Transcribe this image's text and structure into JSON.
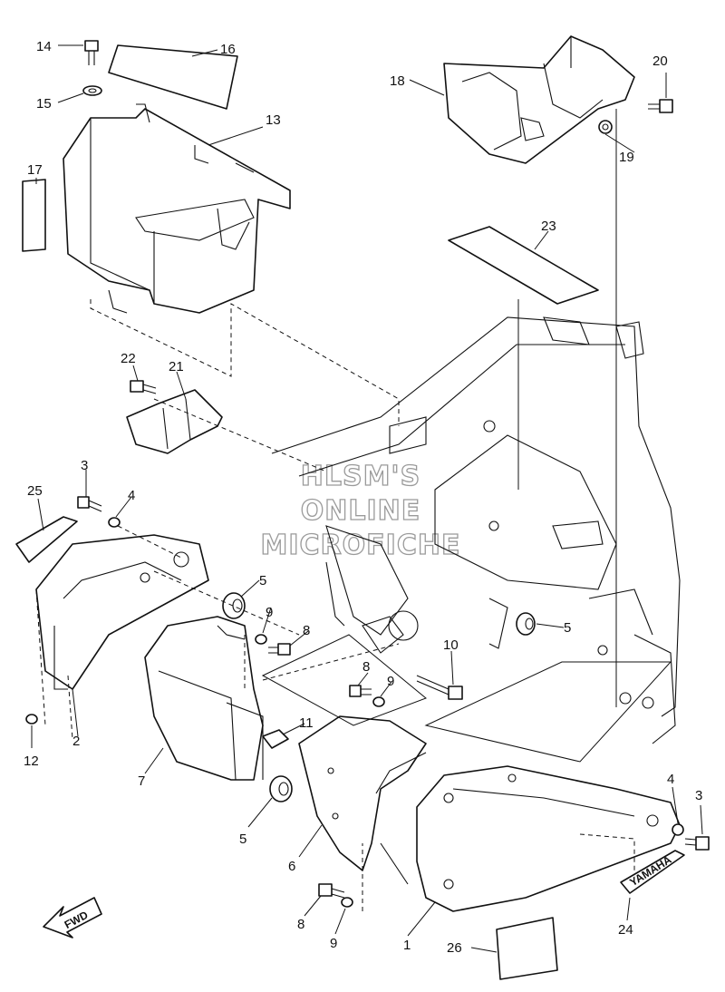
{
  "watermark": {
    "line1": "HLSM'S",
    "line2": "ONLINE",
    "line3": "MICROFICHE"
  },
  "direction": {
    "label": "FWD"
  },
  "badge": {
    "text": "YAMAHA"
  },
  "callouts": [
    "1",
    "2",
    "3",
    "3",
    "4",
    "4",
    "5",
    "5",
    "5",
    "6",
    "7",
    "8",
    "8",
    "8",
    "9",
    "9",
    "9",
    "10",
    "11",
    "12",
    "13",
    "14",
    "15",
    "16",
    "17",
    "18",
    "19",
    "20",
    "21",
    "22",
    "23",
    "24",
    "25",
    "26"
  ]
}
